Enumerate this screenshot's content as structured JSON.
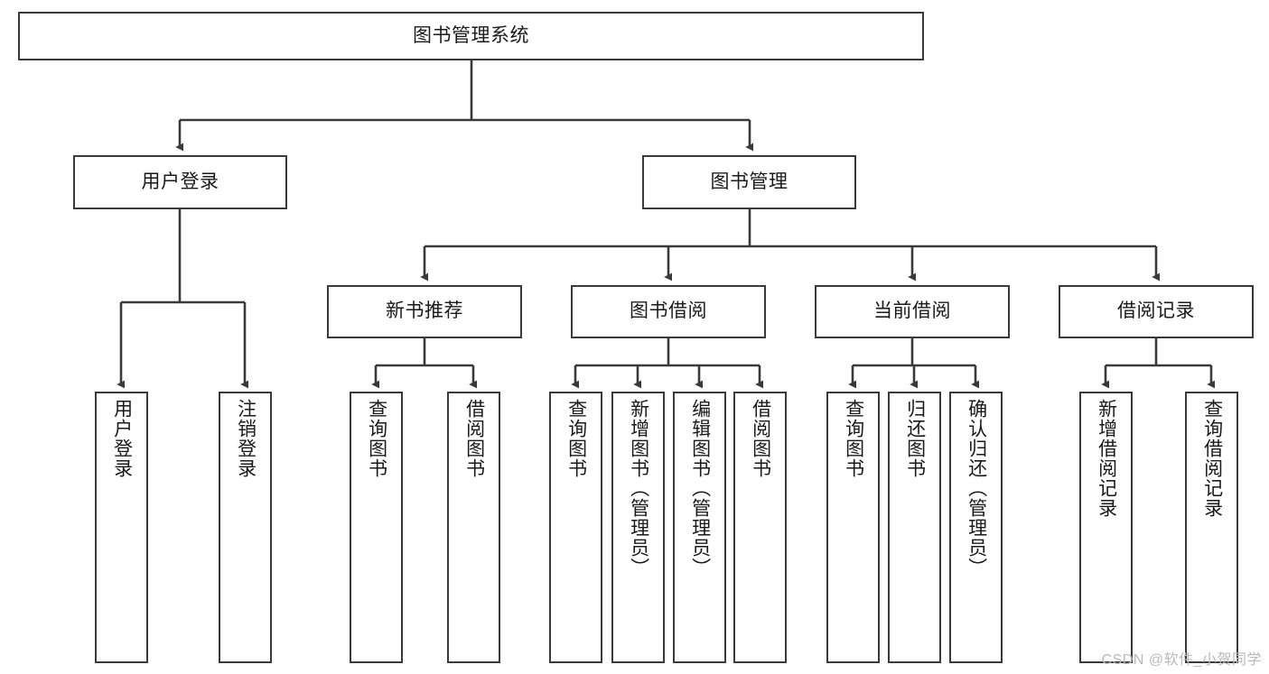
{
  "diagram": {
    "title": "图书管理系统",
    "watermark": "CSDN @软件_小贺同学",
    "line_color": "#3a3a3a",
    "box_fill": "#ffffff",
    "text_color": "#1a1a1a",
    "watermark_color": "#b9b9b9"
  },
  "nodes": {
    "root": {
      "label": "图书管理系统"
    },
    "level2": [
      {
        "label": "用户登录"
      },
      {
        "label": "图书管理"
      }
    ],
    "level3": [
      {
        "label": "新书推荐"
      },
      {
        "label": "图书借阅"
      },
      {
        "label": "当前借阅"
      },
      {
        "label": "借阅记录"
      }
    ],
    "leaves_user_login": [
      {
        "label": "用户登录"
      },
      {
        "label": "注销登录"
      }
    ],
    "leaves_new_books": [
      {
        "label": "查询图书"
      },
      {
        "label": "借阅图书"
      }
    ],
    "leaves_borrow": [
      {
        "label": "查询图书"
      },
      {
        "label": "新增图书（管理员）"
      },
      {
        "label": "编辑图书（管理员）"
      },
      {
        "label": "借阅图书"
      }
    ],
    "leaves_current": [
      {
        "label": "查询图书"
      },
      {
        "label": "归还图书"
      },
      {
        "label": "确认归还（管理员）"
      }
    ],
    "leaves_records": [
      {
        "label": "新增借阅记录"
      },
      {
        "label": "查询借阅记录"
      }
    ]
  }
}
